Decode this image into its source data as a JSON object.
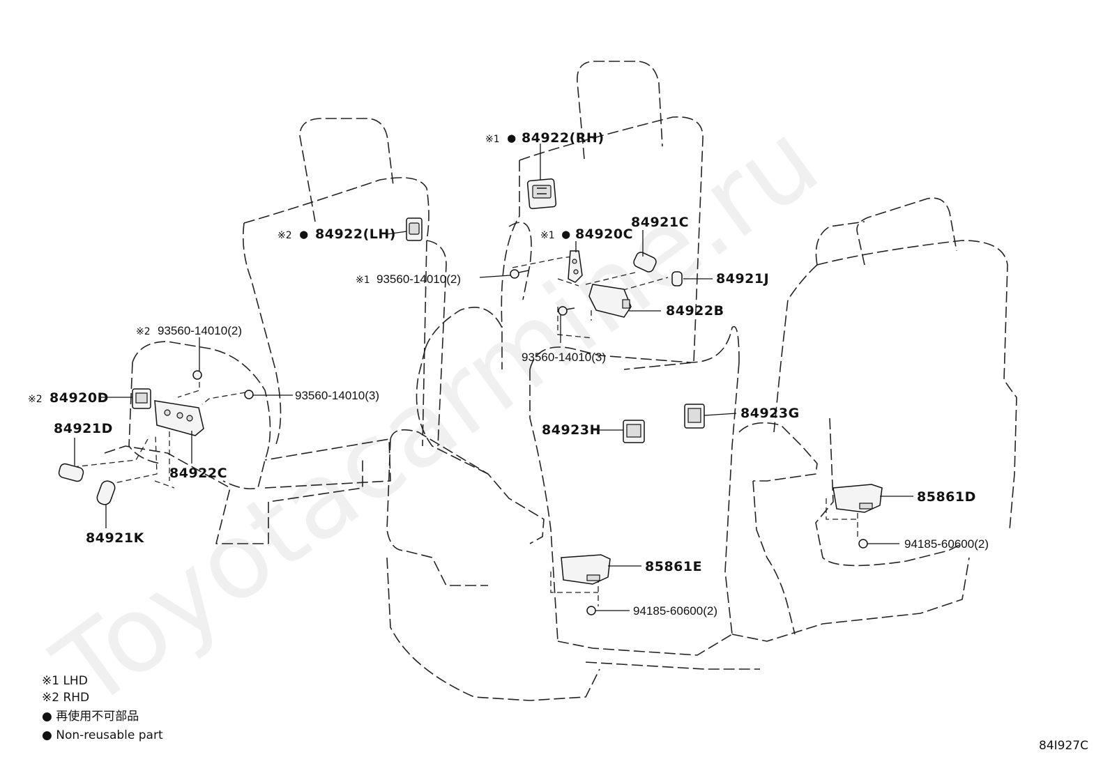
{
  "watermark": "Toyotacarmine.ru",
  "labels": {
    "p84922rh": "84922(RH)",
    "p84922lh": "84922(LH)",
    "p84920c": "84920C",
    "p84921c": "84921C",
    "p93560_2_lhd": "93560-14010(2)",
    "p84921j": "84921J",
    "p84922b": "84922B",
    "p93560_3_mid": "93560-14010(3)",
    "p93560_2_rhd": "93560-14010(2)",
    "p84920d": "84920D",
    "p93560_3_left": "93560-14010(3)",
    "p84921d": "84921D",
    "p84922c": "84922C",
    "p84921k": "84921K",
    "p84923g": "84923G",
    "p84923h": "84923H",
    "p85861d": "85861D",
    "p85861e": "85861E",
    "p94185_right": "94185-60600(2)",
    "p94185_mid": "94185-60600(2)"
  },
  "marks": {
    "lhd_mark": "※1",
    "rhd_mark": "※2",
    "bullet": "●"
  },
  "legend": {
    "lhd": "※1 LHD",
    "rhd": "※2 RHD",
    "nonreuse_jp": "● 再使用不可部品",
    "nonreuse_en": "● Non-reusable part"
  },
  "figure_code": "84I927C"
}
